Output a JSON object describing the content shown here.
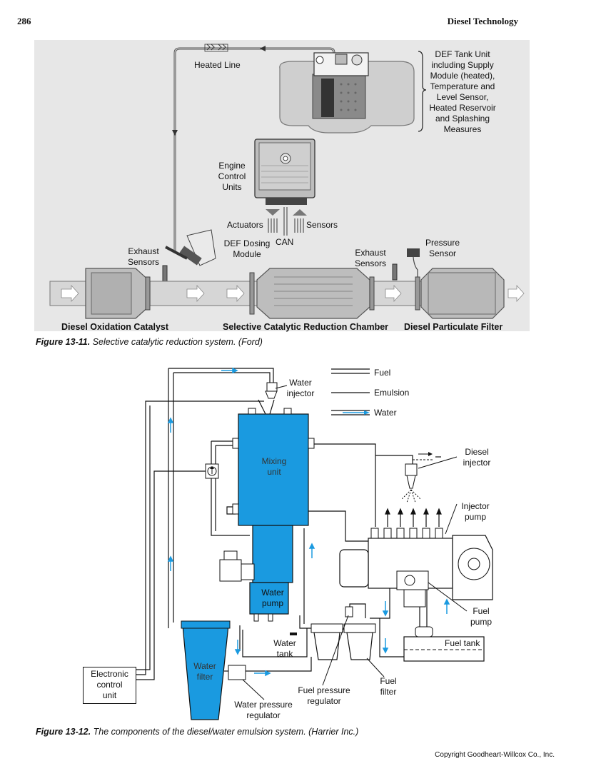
{
  "page": {
    "number": "286",
    "running_title": "Diesel Technology",
    "copyright": "Copyright Goodheart-Willcox Co., Inc."
  },
  "figure1": {
    "caption_label": "Figure 13-11.",
    "caption_text": "Selective catalytic reduction system. (Ford)",
    "labels": {
      "heated_line": "Heated Line",
      "def_tank": [
        "DEF Tank Unit",
        "including Supply",
        "Module (heated),",
        "Temperature and",
        "Level Sensor,",
        "Heated Reservoir",
        "and Splashing",
        "Measures"
      ],
      "engine_control": [
        "Engine",
        "Control",
        "Units"
      ],
      "actuators": "Actuators",
      "sensors": "Sensors",
      "can": "CAN",
      "def_dosing": [
        "DEF Dosing",
        "Module"
      ],
      "exhaust_sensors_left": [
        "Exhaust",
        "Sensors"
      ],
      "exhaust_sensors_right": [
        "Exhaust",
        "Sensors"
      ],
      "pressure_sensor": [
        "Pressure",
        "Sensor"
      ],
      "doc": "Diesel Oxidation Catalyst",
      "scr": "Selective Catalytic Reduction Chamber",
      "dpf": "Diesel Particulate Filter"
    }
  },
  "figure2": {
    "caption_label": "Figure 13-12.",
    "caption_text": "The components of the diesel/water emulsion system. (Harrier Inc.)",
    "legend": {
      "fuel": "Fuel",
      "emulsion": "Emulsion",
      "water": "Water"
    },
    "labels": {
      "water_injector": [
        "Water",
        "injector"
      ],
      "mixing_unit": [
        "Mixing",
        "unit"
      ],
      "diesel_injector": [
        "Diesel",
        "injector"
      ],
      "injector_pump": [
        "Injector",
        "pump"
      ],
      "water_pump": [
        "Water",
        "pump"
      ],
      "fuel_pump": [
        "Fuel",
        "pump"
      ],
      "water_tank": [
        "Water",
        "tank"
      ],
      "fuel_tank": "Fuel tank",
      "water_filter": [
        "Water",
        "filter"
      ],
      "ecu": [
        "Electronic",
        "control",
        "unit"
      ],
      "fuel_pressure_regulator": [
        "Fuel pressure",
        "regulator"
      ],
      "fuel_filter": [
        "Fuel",
        "filter"
      ],
      "water_pressure_regulator": [
        "Water pressure",
        "regulator"
      ]
    },
    "colors": {
      "blue": "#1a9ae0",
      "line": "#111111"
    }
  }
}
